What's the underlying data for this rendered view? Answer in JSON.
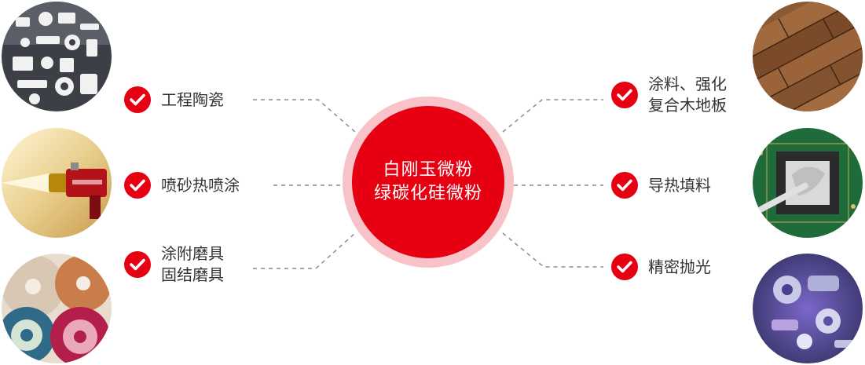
{
  "center": {
    "line1": "白刚玉微粉",
    "line2": "绿碳化硅微粉"
  },
  "applications_left": [
    {
      "lines": [
        "工程陶瓷"
      ]
    },
    {
      "lines": [
        "喷砂热喷涂"
      ]
    },
    {
      "lines": [
        "涂附磨具",
        "固结磨具"
      ]
    }
  ],
  "applications_right": [
    {
      "lines": [
        "涂料、强化",
        "复合木地板"
      ]
    },
    {
      "lines": [
        "导热填料"
      ]
    },
    {
      "lines": [
        "精密抛光"
      ]
    }
  ],
  "images_left": [
    "ceramic-parts-photo",
    "thermal-spray-gun-photo",
    "grinding-wheels-photo"
  ],
  "images_right": [
    "wood-floor-photo",
    "thermal-paste-circuit-photo",
    "polished-metal-parts-photo"
  ],
  "colors": {
    "accent_red": "#e60012",
    "halo_pink": "#f8c3c8",
    "text": "#333333",
    "dash": "#8c8c8c"
  }
}
